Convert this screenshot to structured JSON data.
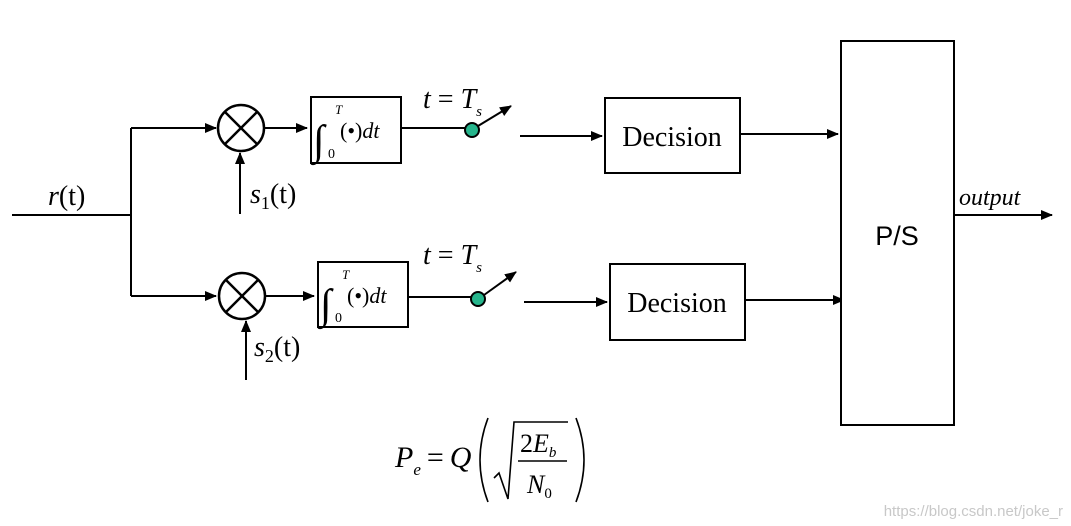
{
  "input": {
    "r": "r",
    "arg": "(t)"
  },
  "branches": [
    {
      "ref_s": "s",
      "ref_sub": "1",
      "ref_arg": "(t)",
      "int_upper": "T",
      "int_lower": "0",
      "int_body": "(•)",
      "int_dt": "dt",
      "sample_lhs": "t",
      "sample_eq": " = ",
      "sample_T": "T",
      "sample_sub": "s",
      "decision": "Decision"
    },
    {
      "ref_s": "s",
      "ref_sub": "2",
      "ref_arg": "(t)",
      "int_upper": "T",
      "int_lower": "0",
      "int_body": "(•)",
      "int_dt": "dt",
      "sample_lhs": "t",
      "sample_eq": " = ",
      "sample_T": "T",
      "sample_sub": "s",
      "decision": "Decision"
    }
  ],
  "ps": "P/S",
  "output": "output",
  "formula": {
    "P": "P",
    "P_sub": "e",
    "eq": "=",
    "Q": "Q",
    "num_2": "2",
    "num_E": "E",
    "num_sub": "b",
    "den_N": "N",
    "den_sub": "0"
  },
  "watermark": "https://blog.csdn.net/joke_r",
  "colors": {
    "switch_dot": "#26b58c"
  }
}
